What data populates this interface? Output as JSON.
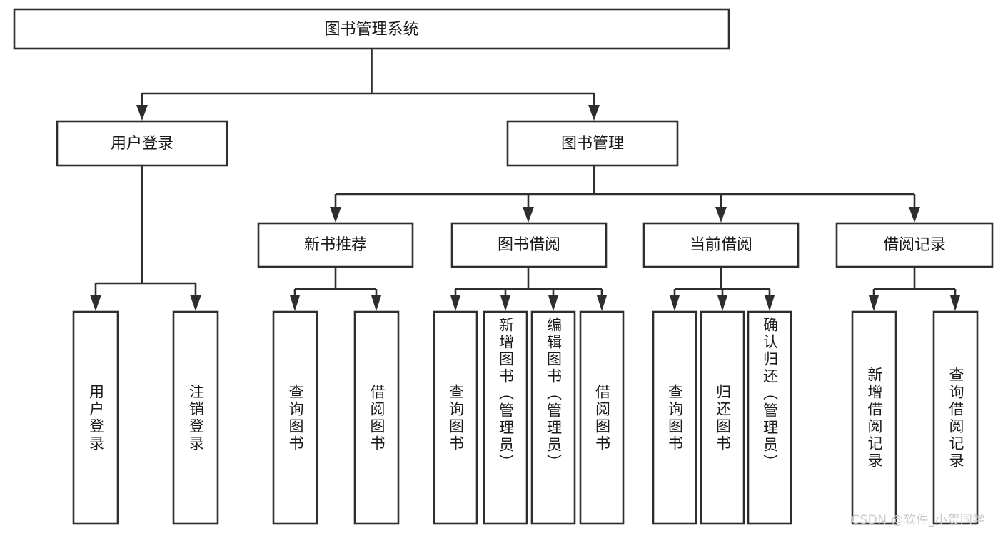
{
  "diagram": {
    "type": "tree",
    "title": "图书管理系统",
    "root": {
      "id": "root",
      "label": "图书管理系统"
    },
    "level2": [
      {
        "id": "user-login",
        "label": "用户登录"
      },
      {
        "id": "book-manage",
        "label": "图书管理"
      }
    ],
    "level3": [
      {
        "id": "new-book-recommend",
        "label": "新书推荐",
        "parent": "book-manage"
      },
      {
        "id": "book-borrow",
        "label": "图书借阅",
        "parent": "book-manage"
      },
      {
        "id": "current-borrow",
        "label": "当前借阅",
        "parent": "book-manage"
      },
      {
        "id": "borrow-record",
        "label": "借阅记录",
        "parent": "book-manage"
      }
    ],
    "leaves": {
      "user-login": [
        {
          "id": "leaf-user-login",
          "label": "用户登录"
        },
        {
          "id": "leaf-logout",
          "label": "注销登录"
        }
      ],
      "new-book-recommend": [
        {
          "id": "leaf-query-book-1",
          "label": "查询图书"
        },
        {
          "id": "leaf-borrow-book-1",
          "label": "借阅图书"
        }
      ],
      "book-borrow": [
        {
          "id": "leaf-query-book-2",
          "label": "查询图书"
        },
        {
          "id": "leaf-add-book",
          "label": "新增图书（管理员）"
        },
        {
          "id": "leaf-edit-book",
          "label": "编辑图书（管理员）"
        },
        {
          "id": "leaf-borrow-book-2",
          "label": "借阅图书"
        }
      ],
      "current-borrow": [
        {
          "id": "leaf-query-book-3",
          "label": "查询图书"
        },
        {
          "id": "leaf-return-book",
          "label": "归还图书"
        },
        {
          "id": "leaf-confirm-return",
          "label": "确认归还（管理员）"
        }
      ],
      "borrow-record": [
        {
          "id": "leaf-add-record",
          "label": "新增借阅记录"
        },
        {
          "id": "leaf-query-record",
          "label": "查询借阅记录"
        }
      ]
    }
  },
  "watermark": {
    "text": "CSDN @软件_小贺同学"
  },
  "colors": {
    "stroke": "#2e2e2e",
    "fill": "#ffffff",
    "text": "#1a1a1a",
    "watermark": "#c9c9c9",
    "background": "#ffffff"
  }
}
